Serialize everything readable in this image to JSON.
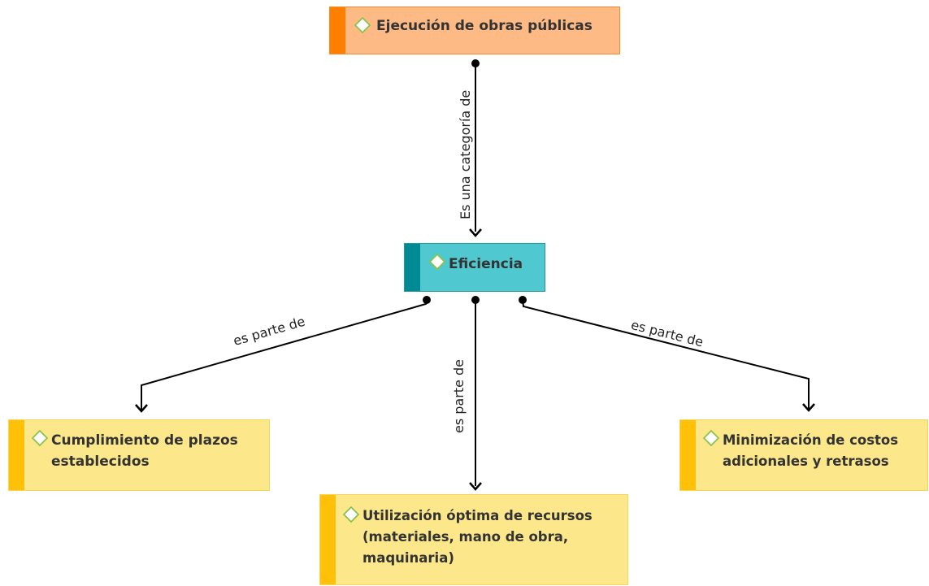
{
  "nodes": {
    "root": {
      "label": "Ejecución de obras públicas",
      "fill": "#FDBA85",
      "border": "#F28C28",
      "bar": "#FF7F00"
    },
    "center": {
      "label": "Eficiencia",
      "fill": "#4FC8D0",
      "border": "#1F9AA5",
      "bar": "#008B94"
    },
    "left": {
      "label": "Cumplimiento de plazos establecidos",
      "fill": "#FCE78A",
      "border": "#F5D65A",
      "bar": "#FFC107"
    },
    "bottom": {
      "label": "Utilización óptima de recursos (materiales, mano de obra, maquinaria)",
      "fill": "#FCE78A",
      "border": "#F5D65A",
      "bar": "#FFC107"
    },
    "right": {
      "label": "Minimización de costos adicionales y retrasos",
      "fill": "#FCE78A",
      "border": "#F5D65A",
      "bar": "#FFC107"
    }
  },
  "edges": {
    "root_center": "Es una categoría de",
    "center_left": "es parte de",
    "center_bottom": "es parte de",
    "center_right": "es parte de"
  },
  "icons": {
    "node_marker": "diamond-icon"
  },
  "colors": {
    "connector": "#000000",
    "diamond_stroke": "#8BC34A"
  }
}
